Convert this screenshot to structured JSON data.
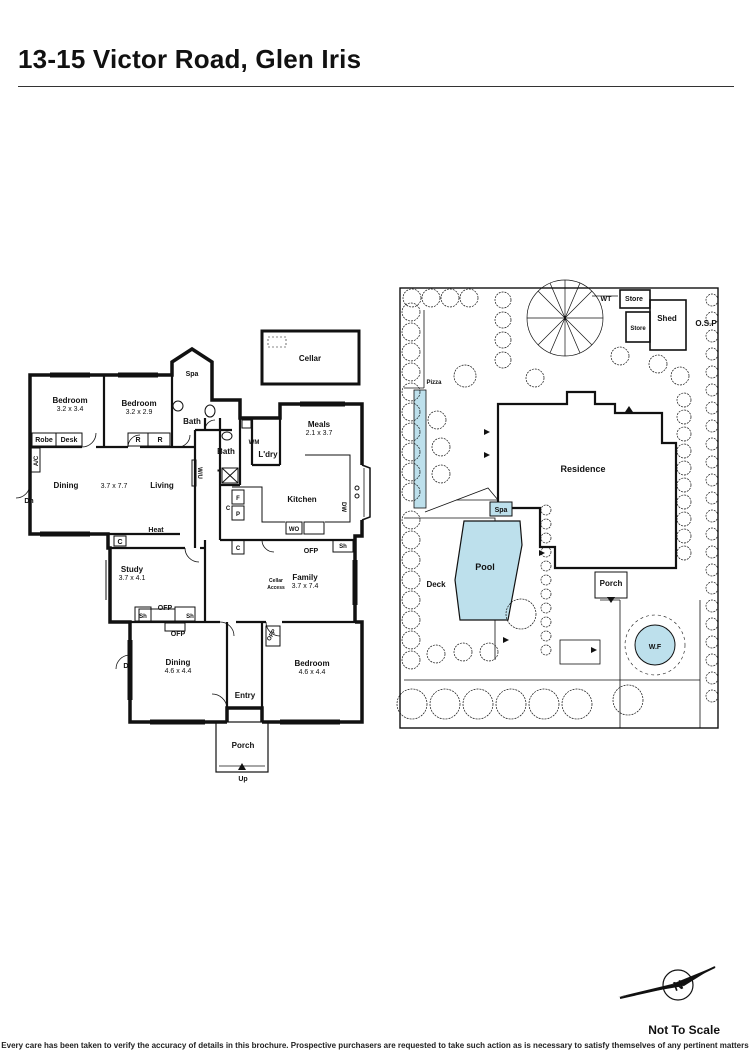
{
  "title": "13-15 Victor Road, Glen Iris",
  "floor_plan": {
    "bedroom1": {
      "name": "Bedroom",
      "dims": "3.2 x 3.4"
    },
    "bedroom2": {
      "name": "Bedroom",
      "dims": "3.2 x 2.9"
    },
    "spa": "Spa",
    "bath1": "Bath",
    "bath2": "Bath",
    "cellar": "Cellar",
    "meals": {
      "name": "Meals",
      "dims": "2.1 x 3.7"
    },
    "laundry": "L'dry",
    "wm": "WM",
    "robe": "Robe",
    "desk": "Desk",
    "r1": "R",
    "r2": "R",
    "ac": "A/C",
    "dn1": "Dn",
    "dining1": "Dining",
    "living_dims": "3.7 x 7.7",
    "living": "Living",
    "wu": "W/U",
    "kitchen": "Kitchen",
    "dw": "DW",
    "f": "F",
    "c1": "C",
    "p": "P",
    "c2": "C",
    "wo": "WO",
    "heat": "Heat",
    "c3": "C",
    "ofp1": "OFP",
    "sh1": "Sh",
    "study": {
      "name": "Study",
      "dims": "3.7 x 4.1"
    },
    "family": {
      "name": "Family",
      "dims": "3.7 x 7.4"
    },
    "cellar_access": [
      "Cellar",
      "Access"
    ],
    "sh2": "Sh",
    "ofp2": "OFP",
    "sh3": "Sh",
    "ofp3": "OFP",
    "ofp4": "OFP",
    "dn2": "Dn",
    "dining2": {
      "name": "Dining",
      "dims": "4.6 x 4.4"
    },
    "bedroom3": {
      "name": "Bedroom",
      "dims": "4.6 x 4.4"
    },
    "entry": "Entry",
    "porch": "Porch",
    "up": "Up"
  },
  "site_plan": {
    "wt": "WT",
    "store1": "Store",
    "store2": "Store",
    "shed": "Shed",
    "osp": "O.S.P",
    "pizza": "Pizza",
    "residence": "Residence",
    "spa": "Spa",
    "pool": "Pool",
    "deck": "Deck",
    "porch": "Porch",
    "wf": "W.F"
  },
  "compass": "N",
  "not_to_scale": "Not To Scale",
  "disclaimer": "Every care has been taken to verify the accuracy of details in this brochure. Prospective purchasers are requested to take such action as is necessary to satisfy themselves of any pertinent matters"
}
